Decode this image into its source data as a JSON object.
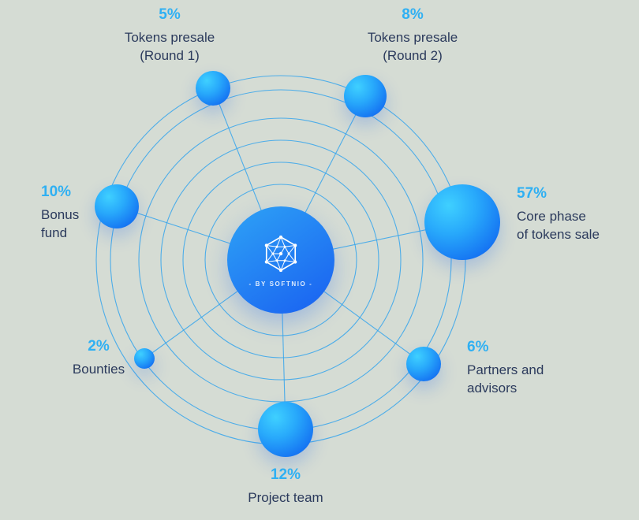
{
  "colors": {
    "background": "#d5dcd4",
    "accent": "#2fb0f3",
    "label": "#2b3a5c",
    "ring": "#35a5ec",
    "node_start": "#3fd0ff",
    "node_mid": "#28a9fb",
    "node_end": "#0b57ee",
    "center_start": "#2ea3f6",
    "center_end": "#1b66f1"
  },
  "center": {
    "brand": "- BY SOFTNIO -"
  },
  "segments": [
    {
      "id": "tokens-presale-round-1",
      "percent": "5%",
      "value": 5,
      "lines": [
        "Tokens presale",
        "(Round 1)"
      ]
    },
    {
      "id": "tokens-presale-round-2",
      "percent": "8%",
      "value": 8,
      "lines": [
        "Tokens presale",
        "(Round 2)"
      ]
    },
    {
      "id": "core-phase",
      "percent": "57%",
      "value": 57,
      "lines": [
        "Core phase",
        "of tokens sale"
      ]
    },
    {
      "id": "bonus-fund",
      "percent": "10%",
      "value": 10,
      "lines": [
        "Bonus",
        "fund"
      ]
    },
    {
      "id": "bounties",
      "percent": "2%",
      "value": 2,
      "lines": [
        "Bounties"
      ]
    },
    {
      "id": "partners-and-advisors",
      "percent": "6%",
      "value": 6,
      "lines": [
        "Partners and",
        "advisors"
      ]
    },
    {
      "id": "project-team",
      "percent": "12%",
      "value": 12,
      "lines": [
        "Project team"
      ]
    }
  ],
  "chart_data": {
    "type": "pie",
    "title": "",
    "categories": [
      "Tokens presale (Round 1)",
      "Tokens presale (Round 2)",
      "Core phase of tokens sale",
      "Bonus fund",
      "Bounties",
      "Partners and advisors",
      "Project team"
    ],
    "values": [
      5,
      8,
      57,
      10,
      2,
      6,
      12
    ],
    "unit": "%",
    "legend_position": "labels-around-nodes",
    "annotations": [
      "- BY SOFTNIO -"
    ],
    "layout": "orbit-node-diagram, node size proportional to value, concentric rings with radial spokes"
  }
}
